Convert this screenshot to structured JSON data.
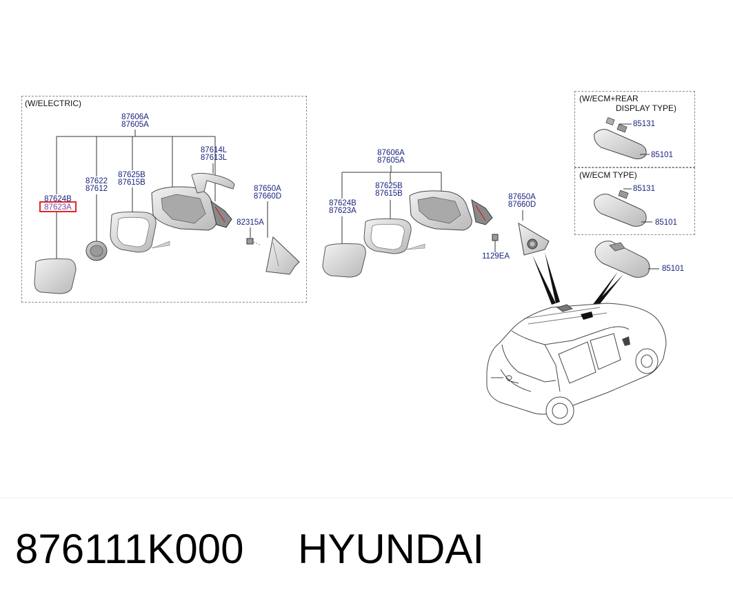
{
  "groups": {
    "electric": "(W/ELECTRIC)",
    "ecm_rear": "(W/ECM+REAR",
    "ecm_rear_2": "DISPLAY TYPE)",
    "ecm": "(W/ECM TYPE)"
  },
  "left": {
    "housing_a": "87606A",
    "housing_b": "87605A",
    "cover_a": "87624B",
    "cover_b": "87623A",
    "actuator_a": "87622",
    "actuator_b": "87612",
    "glass_a": "87625B",
    "glass_b": "87615B",
    "lamp_a": "87614L",
    "lamp_b": "87613L",
    "trim_a": "87650A",
    "trim_b": "87660D",
    "screw": "82315A"
  },
  "middle": {
    "housing_a": "87606A",
    "housing_b": "87605A",
    "glass_a": "87625B",
    "glass_b": "87615B",
    "cover_a": "87624B",
    "cover_b": "87623A",
    "trim_a": "87650A",
    "trim_b": "87660D",
    "bolt": "1129EA"
  },
  "right": {
    "ecm_rear_cover": "85131",
    "ecm_rear_mirror": "85101",
    "ecm_cover": "85131",
    "ecm_mirror": "85101",
    "mirror": "85101"
  },
  "footer": {
    "part_number": "876111K000",
    "brand": "HYUNDAI"
  },
  "colors": {
    "label": "#1a237e",
    "highlight_border": "#e32626",
    "highlight_text": "#7a3f9d",
    "line": "#333333"
  }
}
